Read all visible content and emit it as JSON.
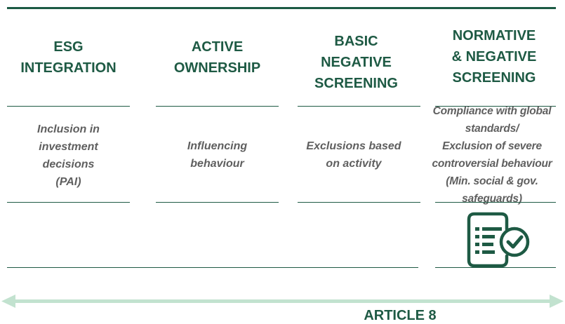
{
  "columns": [
    {
      "title_lines": [
        "ESG",
        "INTEGRATION"
      ],
      "desc_lines": [
        "Inclusion in",
        "investment",
        "decisions",
        "(PAI)"
      ]
    },
    {
      "title_lines": [
        "ACTIVE",
        "OWNERSHIP"
      ],
      "desc_lines": [
        "Influencing",
        "behaviour"
      ]
    },
    {
      "title_lines": [
        "BASIC",
        "NEGATIVE",
        "SCREENING"
      ],
      "desc_lines": [
        "Exclusions based",
        "on activity"
      ]
    },
    {
      "title_lines": [
        "NORMATIVE",
        "& NEGATIVE",
        "SCREENING"
      ],
      "desc_lines": [
        "Compliance with global",
        "standards/",
        "Exclusion of severe",
        "controversial behaviour",
        "(Min. social & gov.",
        "safeguards)"
      ]
    }
  ],
  "icon": "checklist-document-icon",
  "footer_label": "ARTICLE 8",
  "colors": {
    "dark_green": "#1e5a44",
    "arrow_green": "#c2e2cf",
    "desc_gray": "#5f5f5f"
  }
}
